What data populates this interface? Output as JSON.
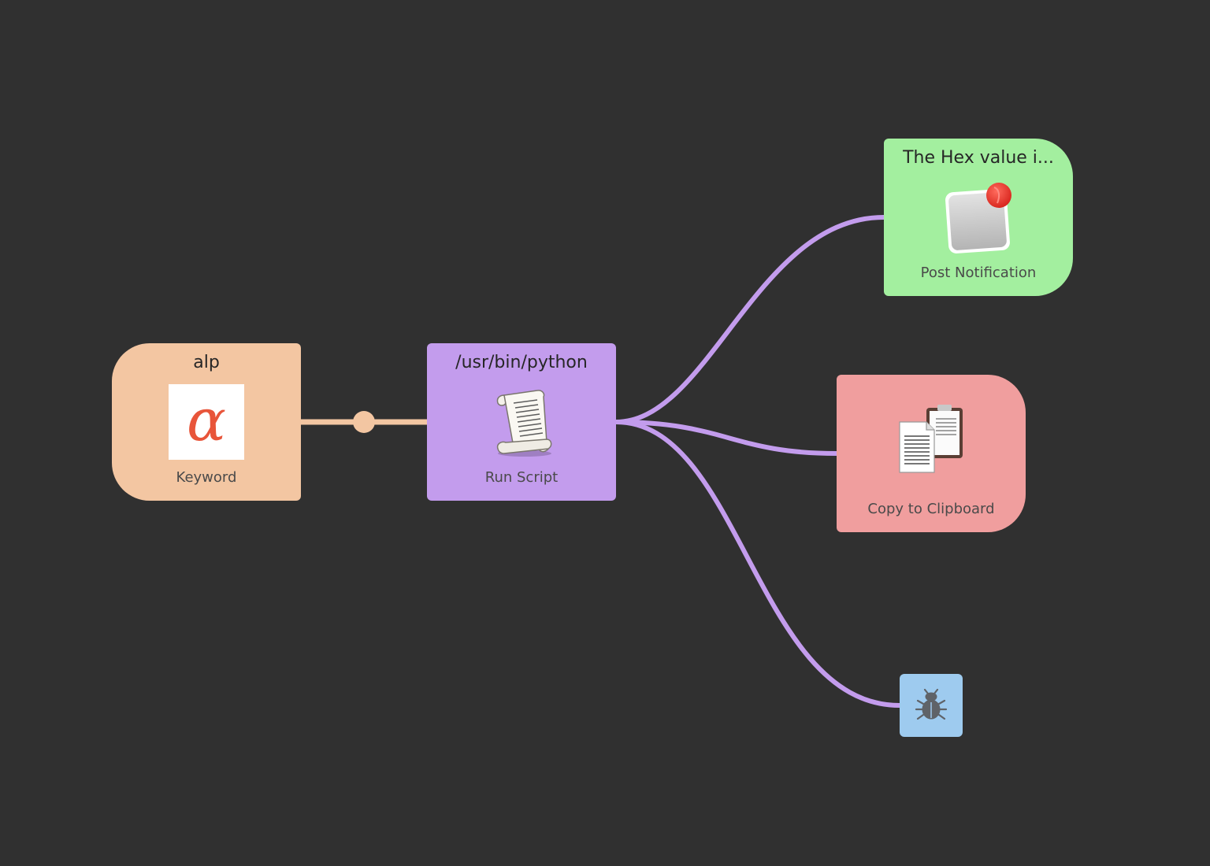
{
  "workflow": {
    "keyword_node": {
      "title": "alp",
      "subtitle": "Keyword",
      "icon": "alpha-icon",
      "glyph": "α",
      "color": "#f3c6a2"
    },
    "script_node": {
      "title": "/usr/bin/python",
      "subtitle": "Run Script",
      "icon": "script-scroll-icon",
      "color": "#c39ced"
    },
    "notification_node": {
      "title": "The Hex value i...",
      "subtitle": "Post Notification",
      "icon": "notification-icon",
      "color": "#a3ef9f"
    },
    "clipboard_node": {
      "subtitle": "Copy to Clipboard",
      "icon": "clipboard-icon",
      "color": "#f09e9e"
    },
    "debug_node": {
      "icon": "bug-icon",
      "color": "#9ecbef"
    },
    "connections": {
      "keyword_to_script_color": "#f3c6a2",
      "script_outputs_color": "#c39ced"
    }
  }
}
